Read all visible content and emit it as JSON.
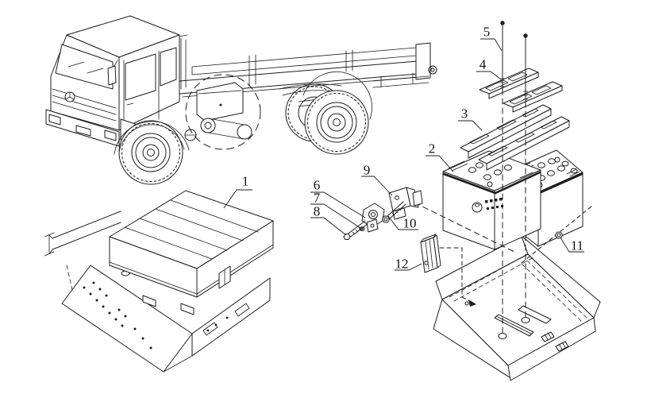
{
  "figure": {
    "background": "#ffffff",
    "line_color": "#1c1c1c",
    "type": "exploded-parts-diagram"
  },
  "icons": {
    "battery_brand_logo": "circular-emblem-with-characters",
    "truck_brand_emblem": "three-point-star-in-circle"
  },
  "callouts": {
    "c1": "1",
    "c2": "2",
    "c3": "3",
    "c4": "4",
    "c5": "5",
    "c6": "6",
    "c7": "7",
    "c8": "8",
    "c9": "9",
    "c10": "10",
    "c11": "11",
    "c12": "12"
  }
}
